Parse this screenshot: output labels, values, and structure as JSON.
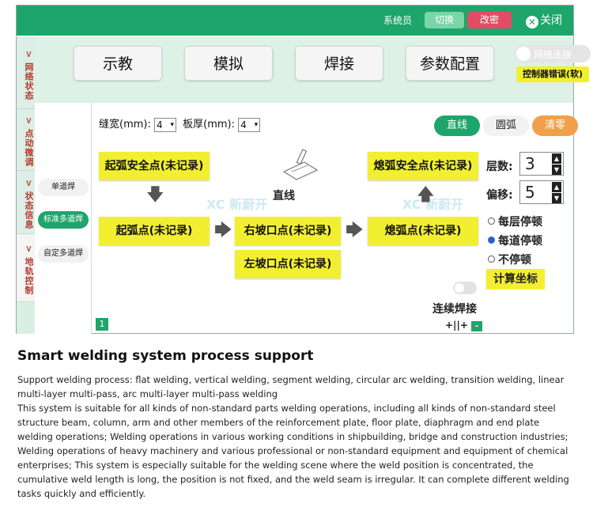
{
  "topbar": {
    "user_label": "系统员",
    "switch_label": "切换",
    "change_pwd_label": "改密",
    "close_label": "关闭"
  },
  "vtabs": [
    {
      "label": "> 网络状态"
    },
    {
      "label": "> 点动微调"
    },
    {
      "label": "> 状态信息"
    },
    {
      "label": "> 地轨控制"
    }
  ],
  "modes": [
    "示教",
    "模拟",
    "焊接",
    "参数配置"
  ],
  "network": {
    "label": "网络连接",
    "error_label": "控制器错误(软)"
  },
  "sub_modes": [
    {
      "label": "单道焊",
      "active": false
    },
    {
      "label": "标准多道焊",
      "active": true
    },
    {
      "label": "自定多道焊",
      "active": false
    }
  ],
  "params": {
    "gap_label": "缝宽(mm):",
    "gap_value": "4",
    "thickness_label": "板厚(mm):",
    "thickness_value": "4"
  },
  "seg_buttons": {
    "line": "直线",
    "arc": "圆弧",
    "clear": "清零"
  },
  "flow": {
    "arc_start_safe": "起弧安全点(未记录)",
    "arc_start": "起弧点(未记录)",
    "right_bevel": "右坡口点(未记录)",
    "left_bevel": "左坡口点(未记录)",
    "arc_end_safe": "熄弧安全点(未记录)",
    "arc_end": "熄弧点(未记录)",
    "line_label": "直线"
  },
  "right_panel": {
    "layers_label": "层数:",
    "layers_value": "3",
    "offset_label": "偏移:",
    "offset_value": "5",
    "radios": [
      {
        "label": "每层停顿",
        "checked": false
      },
      {
        "label": "每道停顿",
        "checked": true
      },
      {
        "label": "不停顿",
        "checked": false
      }
    ],
    "calc_label": "计算坐标",
    "continuous_label": "连续焊接",
    "pm_label": "+||+"
  },
  "page_number": "1",
  "watermark": "XC 新蔚开",
  "heading": "Smart welding system process support",
  "paragraphs": [
    "Support welding process: flat welding, vertical welding, segment welding, circular arc welding, transition welding, linear multi-layer multi-pass, arc multi-layer multi-pass welding",
    "This system is suitable for all kinds of non-standard parts welding operations, including all kinds of non-standard steel structure beam, column, arm and other members of the reinforcement plate, floor plate, diaphragm and end plate welding operations; Welding operations in various working conditions in shipbuilding, bridge and construction industries; Welding operations of heavy machinery and various professional or non-standard equipment and equipment of chemical enterprises; This system is especially suitable for the welding scene where the weld position is concentrated, the cumulative weld length is long, the position is not fixed, and the weld seam is irregular. It can complete different welding tasks quickly and efficiently."
  ],
  "colors": {
    "brand_green": "#1ea56b",
    "highlight_yellow": "#f2ef31",
    "clear_orange": "#f0a04b",
    "danger_red": "#e44b64"
  }
}
